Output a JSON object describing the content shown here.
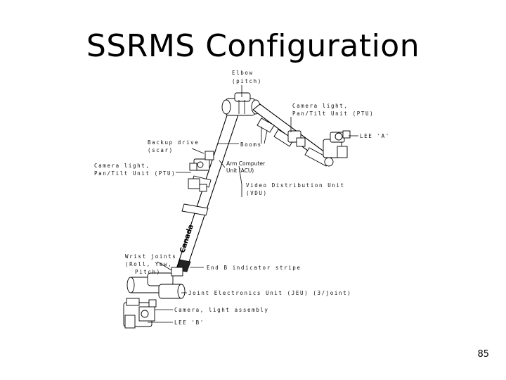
{
  "slide": {
    "title": "SSRMS Configuration",
    "page_number": "85"
  },
  "diagram": {
    "labels": {
      "elbow": [
        "Elbow",
        "(pitch)"
      ],
      "camera_ptu_upper": [
        "Camera light,",
        "Pan/Tilt Unit (PTU)"
      ],
      "lee_a": "LEE 'A'",
      "backup_drive": [
        "Backup drive",
        "(scar)"
      ],
      "booms": "Booms",
      "camera_ptu_lower": [
        "Camera light,",
        "Pan/Tilt Unit (PTU)"
      ],
      "acu": [
        "Arm Computer",
        "Unit (ACU)"
      ],
      "vdu": [
        "Video Distribution Unit",
        "(VDU)"
      ],
      "wrist": [
        "Wrist joints",
        "(Roll, Yaw,",
        "Pitch)"
      ],
      "end_b_stripe": "End B indicator stripe",
      "jeu": "Joint Electronics Unit (JEU) (3/joint)",
      "camera_light_assembly": "Camera, light assembly",
      "lee_b": "LEE 'B'",
      "boom_logo": "Canada"
    }
  }
}
